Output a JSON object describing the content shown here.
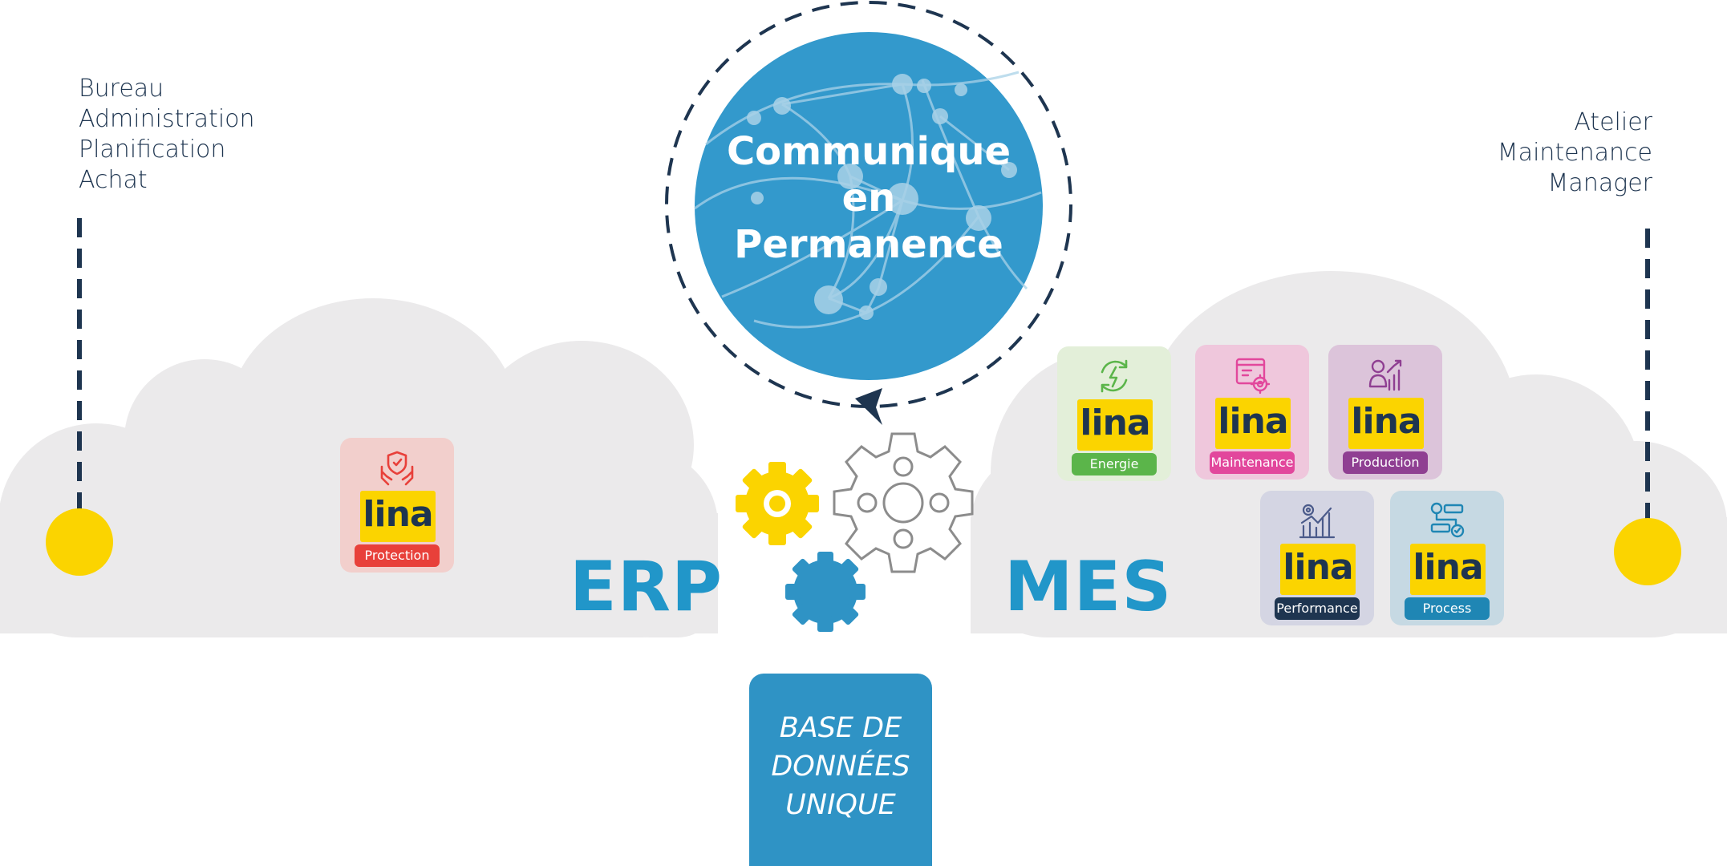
{
  "left_roles": [
    "Bureau",
    "Administration",
    "Planification",
    "Achat"
  ],
  "right_roles": [
    "Atelier",
    "Maintenance",
    "Manager"
  ],
  "hub": {
    "lines": [
      "Communique",
      "en",
      "Permanence"
    ]
  },
  "erp_label": "ERP",
  "mes_label": "MES",
  "database": {
    "lines": [
      "BASE DE",
      "DONNÉES",
      "UNIQUE"
    ]
  },
  "brand": "lina",
  "modules": [
    {
      "tag": "Protection",
      "icon": "protection-hands-icon",
      "tile_color": "#f2cfcc",
      "tag_color": "#e8403a",
      "icon_color": "#e8403a"
    },
    {
      "tag": "Energie",
      "icon": "energy-icon",
      "tile_color": "#e3efd9",
      "tag_color": "#5bb54a",
      "icon_color": "#5bb54a"
    },
    {
      "tag": "Maintenance",
      "icon": "maintenance-icon",
      "tile_color": "#efc7dc",
      "tag_color": "#e2479c",
      "icon_color": "#e2479c"
    },
    {
      "tag": "Production",
      "icon": "production-icon",
      "tile_color": "#dcc4da",
      "tag_color": "#8f3f92",
      "icon_color": "#8f3f92"
    },
    {
      "tag": "Performance",
      "icon": "performance-icon",
      "tile_color": "#d4d5e3",
      "tag_color": "#1e3550",
      "icon_color": "#4a5a8a"
    },
    {
      "tag": "Process",
      "icon": "process-icon",
      "tile_color": "#c6d9e3",
      "tag_color": "#1f86b4",
      "icon_color": "#1f86b4"
    }
  ],
  "colors": {
    "cloud": "#ebeaeb",
    "accent_blue": "#2196c9",
    "dark_navy": "#1e3550",
    "sun_yellow": "#fbd400",
    "globe": "#3399cc"
  }
}
